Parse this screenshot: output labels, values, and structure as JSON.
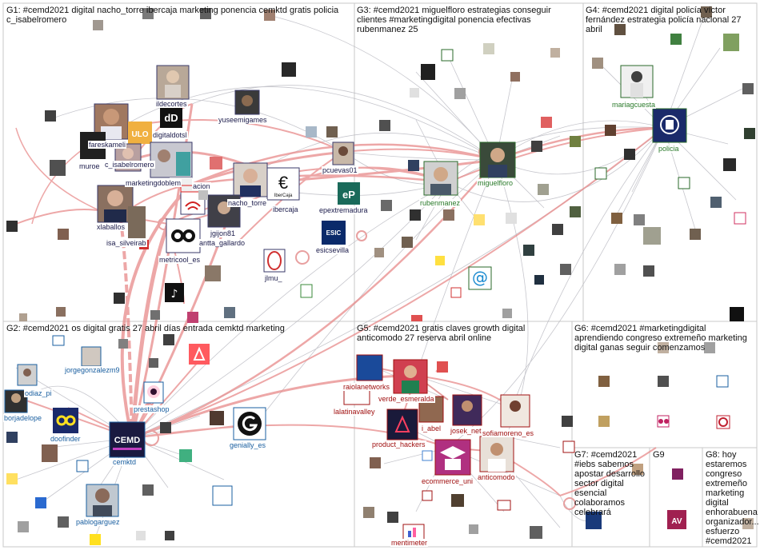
{
  "groups": [
    {
      "id": "G1",
      "caption": "G1: #cemd2021 digital nacho_torre ibercaja marketing ponencia cemktd gratis policia c_isabelromero"
    },
    {
      "id": "G2",
      "caption": "G2: #cemd2021 os digital gratis 27 abril días entrada cemktd marketing"
    },
    {
      "id": "G3",
      "caption": "G3: #cemd2021 miguelfloro estrategias conseguir clientes #marketingdigital ponencia efectivas rubenmanez 25"
    },
    {
      "id": "G4",
      "caption": "G4: #cemd2021 digital policía víctor fernández estrategia policía nacional 27 abril"
    },
    {
      "id": "G5",
      "caption": "G5: #cemd2021 gratis claves growth digital anticomodo 27 reserva abril online"
    },
    {
      "id": "G6",
      "caption": "G6: #cemd2021 #marketingdigital aprendiendo congreso extremeño marketing digital ganas seguir comenzamos"
    },
    {
      "id": "G7",
      "caption": "G7: #cemd2021 #iebs sabemos apostar desarrollo sector digital esencial colaboramos celebrará"
    },
    {
      "id": "G8",
      "caption": "G8: hoy estaremos congreso extremeño marketing digital enhorabuena organizador... esfuerzo #cemd2021"
    },
    {
      "id": "G9",
      "caption": "G9"
    }
  ],
  "labels": {
    "ildecortes": "ildecortes",
    "digitaldotsl": "digitaldotsl",
    "fareskameli": "fareskameli",
    "muroe": "muroe",
    "c_isabelromero": "c_isabelromero",
    "marketingdoblem": "marketingdoblem",
    "acion": "acion",
    "yuseemigames": "yuseemigames",
    "nacho_torre": "nacho_torre",
    "ibercaja": "ibercaja",
    "pcuevas01": "pcuevas01",
    "epextremadura": "epextremadura",
    "xlaballos": "xlaballos",
    "isa_silveirab": "isa_silveirab",
    "jgijon81": "jgijon81",
    "antta_gallardo": "antta_gallardo",
    "metricool_es": "metricool_es",
    "esicsevilla": "esicsevilla",
    "jlmu_": "jlmu_",
    "rubenmanez": "rubenmanez",
    "miguelfloro": "miguelfloro",
    "mariagcuesta": "mariagcuesta",
    "policia": "policia",
    "jorgegonzalezm9": "jorgegonzalezm9",
    "odiaz_pi": "odiaz_pi",
    "borjadelope": "borjadelope",
    "doofinder": "doofinder",
    "prestashop": "prestashop",
    "cemktd": "cemktd",
    "genially_es": "genially_es",
    "pablogarguez": "pablogarguez",
    "raiolanetworks": "raiolanetworks",
    "verde_esmeralda": "verde_esmeralda",
    "lalatinavalley": "lalatinavalley",
    "i_abel": "i_abel",
    "josek_net": "josek_net",
    "sofiamoreno_es": "sofiamoreno_es",
    "product_hackers": "product_hackers",
    "ecommerce_uni": "ecommerce_uni",
    "anticomodo": "anticomodo",
    "mentimeter": "mentimeter"
  },
  "icons": {
    "ibercaja_text": "IberCaja",
    "ep_text": "eP",
    "esic_text": "ESIC",
    "cemd_text": "CEMD",
    "dd_text": "dD",
    "av_text": "AV",
    "ulo_text": "ULO"
  },
  "colors": {
    "edge_red": "#e88a8a",
    "edge_gray": "#b8b8c0",
    "g1_label": "#1a1a4a",
    "g2_label": "#1a5fa0",
    "g3_label": "#2a7a2a",
    "g5_label": "#a01010"
  }
}
